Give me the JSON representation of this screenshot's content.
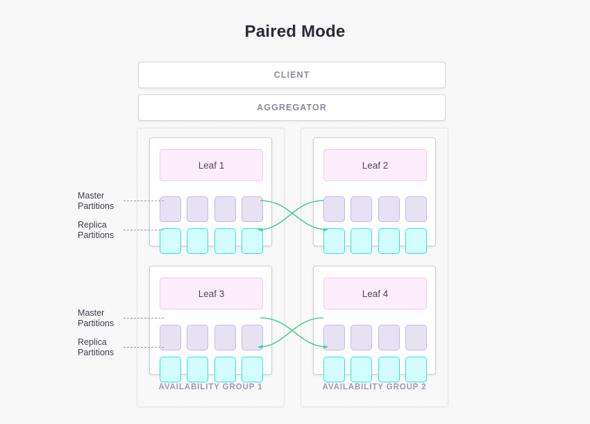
{
  "title": "Paired Mode",
  "top_nodes": [
    {
      "id": "client",
      "label": "CLIENT"
    },
    {
      "id": "aggregator",
      "label": "AGGREGATOR"
    }
  ],
  "availability_groups": [
    {
      "id": "group-1",
      "label": "AVAILABILITY GROUP 1",
      "leaves": [
        {
          "id": "leaf-1",
          "label": "Leaf 1",
          "master_partitions": 4,
          "replica_partitions": 4
        },
        {
          "id": "leaf-3",
          "label": "Leaf 3",
          "master_partitions": 4,
          "replica_partitions": 4
        }
      ]
    },
    {
      "id": "group-2",
      "label": "AVAILABILITY GROUP 2",
      "leaves": [
        {
          "id": "leaf-2",
          "label": "Leaf 2",
          "master_partitions": 4,
          "replica_partitions": 4
        },
        {
          "id": "leaf-4",
          "label": "Leaf 4",
          "master_partitions": 4,
          "replica_partitions": 4
        }
      ]
    }
  ],
  "side_labels": [
    {
      "id": "master-top",
      "line1": "Master",
      "line2": "Partitions"
    },
    {
      "id": "replica-top",
      "line1": "Replica",
      "line2": "Partitions"
    },
    {
      "id": "master-bottom",
      "line1": "Master",
      "line2": "Partitions"
    },
    {
      "id": "replica-bottom",
      "line1": "Replica",
      "line2": "Partitions"
    }
  ],
  "replication_links": [
    {
      "id": "link-leaf1-master-to-leaf2-replica",
      "from": "leaf-1 master",
      "to": "leaf-2 replica"
    },
    {
      "id": "link-leaf2-master-to-leaf1-replica",
      "from": "leaf-2 master",
      "to": "leaf-1 replica"
    },
    {
      "id": "link-leaf3-master-to-leaf4-replica",
      "from": "leaf-3 master",
      "to": "leaf-4 replica"
    },
    {
      "id": "link-leaf4-master-to-leaf3-replica",
      "from": "leaf-4 master",
      "to": "leaf-3 replica"
    }
  ],
  "colors": {
    "background": "#f8f8f9",
    "title_text": "#2b2b33",
    "node_text": "#8b89a0",
    "leaf_fill": "#fdeefb",
    "leaf_border": "#f6c8ef",
    "master_fill": "#e6e2f4",
    "master_border": "#c3b9e3",
    "replica_fill": "#d4fdfd",
    "replica_border": "#25e3e8",
    "arrow": "#4ecf96",
    "group_border": "#c9c9d1"
  }
}
